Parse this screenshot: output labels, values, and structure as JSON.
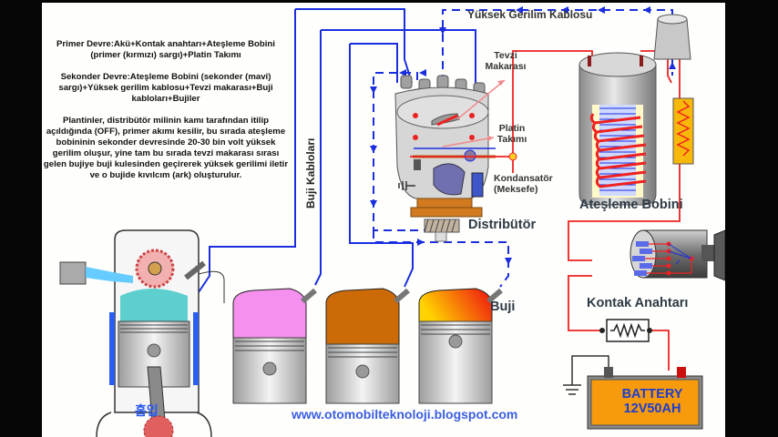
{
  "description": {
    "primary_circuit": "Primer Devre:Akü+Kontak anahtarı+Ateşleme Bobini (primer (kırmızı) sargı)+Platin Takımı",
    "secondary_circuit": "Sekonder Devre:Ateşleme Bobini (sekonder (mavi) sargı)+Yüksek gerilim kablosu+Tevzi makarası+Buji kabloları+Bujiler",
    "operation": "Plantinler, distribütör milinin kamı tarafından itilip açıldığında (OFF), primer akımı kesilir, bu sırada ateşleme bobininin sekonder devresinde 20-30 bin volt yüksek gerilim oluşur, yine tam bu sırada tevzi makarası sırası gelen bujiye buji kulesinden geçirerek yüksek gerilimi iletir ve o bujide kıvılcım (ark) oluşturulur."
  },
  "labels": {
    "high_voltage_cable": "Yüksek Gerilim Kablosu",
    "rotor": "Tevzi Makarası",
    "contact_points": "Platin Takımı",
    "condenser": "Kondansatör (Meksefe)",
    "distributor": "Distribütör",
    "ignition_coil": "Ateşleme Bobini",
    "spark_plug_wires": "Buji Kabloları",
    "spark_plug": "Buji",
    "ignition_switch": "Kontak Anahtarı",
    "stroke_label": "흡입"
  },
  "battery": {
    "line1": "BATTERY",
    "line2": "12V50AH"
  },
  "footer": {
    "url": "www.otomobilteknoloji.blogspot.com"
  },
  "colors": {
    "primary_wire": "#ee2222",
    "secondary_wire": "#1a2ee0",
    "battery_body": "#f79b0c",
    "cyl1": "#f590ee",
    "cyl2": "#cc6a08",
    "cyl3_start": "#ffcc00",
    "cyl3_end": "#ee1010"
  }
}
